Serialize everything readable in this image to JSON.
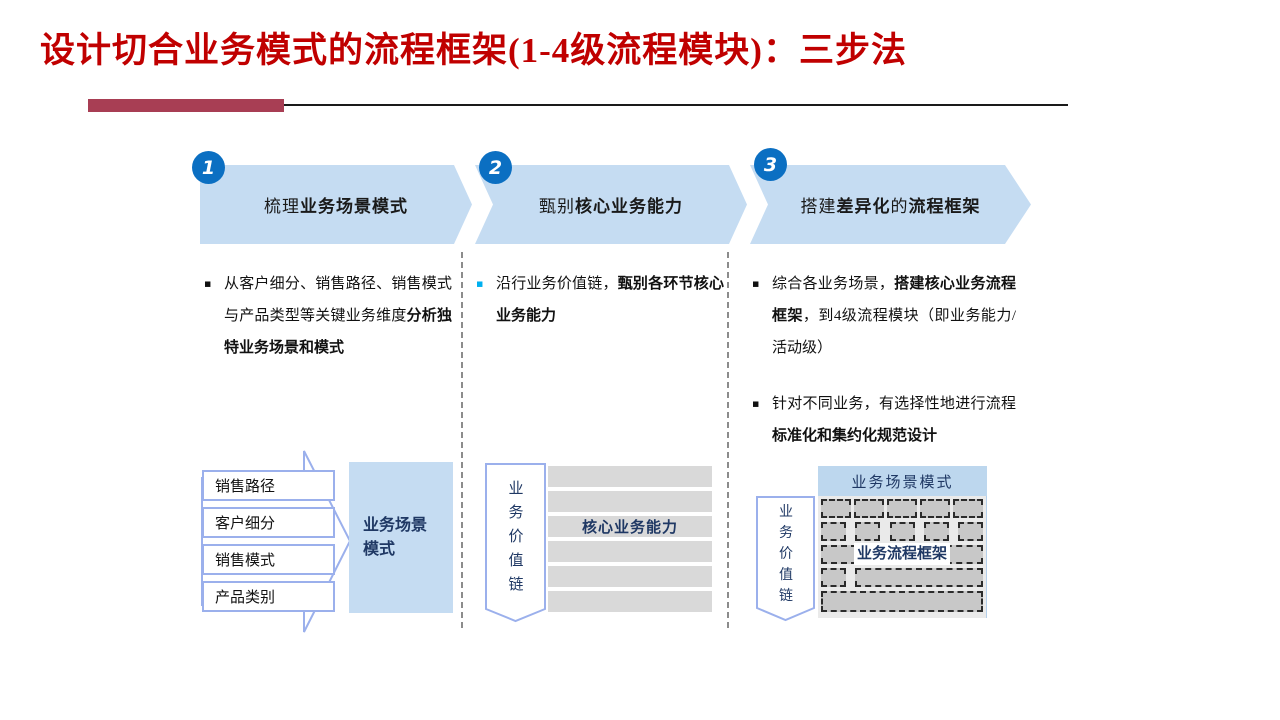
{
  "slide": {
    "title": "设计切合业务模式的流程框架(1-4级流程模块)：三步法"
  },
  "colors": {
    "title_red": "#C00000",
    "underline_bar_red": "#A83E54",
    "banner_blue": "#C5DCF2",
    "step_circle_blue": "#0B6FC2",
    "navy_text": "#1F3864",
    "bar_gray": "#D9D9D9",
    "bullet_blue": "#00B0F0",
    "dashed_box_gray": "#C8C8C8"
  },
  "steps": [
    {
      "number": "1",
      "banner": {
        "normal": "梳理",
        "bold": "业务场景模式"
      },
      "bullets": [
        {
          "pre": "从客户细分、销售路径、销售模式与产品类型等关键业务维度",
          "bold": "分析独特业务场景和模式",
          "post": ""
        }
      ]
    },
    {
      "number": "2",
      "banner": {
        "normal": "甄别",
        "bold": "核心业务能力"
      },
      "bullets": [
        {
          "pre": "沿行业务价值链，",
          "bold": "甄别各环节核心业务能力",
          "post": ""
        }
      ]
    },
    {
      "number": "3",
      "banner": {
        "normal": "搭建",
        "bold": "差异化",
        "normal2": "的",
        "bold2": "流程框架"
      },
      "bullets": [
        {
          "pre": "综合各业务场景，",
          "bold": "搭建核心业务流程框架",
          "post": "，到4级流程模块（即业务能力/活动级）"
        },
        {
          "pre": "针对不同业务，有选择性地进行流程",
          "bold": "标准化和集约化规范设计",
          "post": ""
        }
      ]
    }
  ],
  "diagram_scenario": {
    "inputs": [
      "销售路径",
      "客户细分",
      "销售模式",
      "产品类别"
    ],
    "result": "业务场景模式"
  },
  "diagram_capability": {
    "chain": "业务价值链",
    "bar_count": 6,
    "bar_label": "核心业务能力",
    "label_bar_index": 3
  },
  "diagram_framework": {
    "chain": "业务价值链",
    "header": "业务场景模式",
    "label": "业务流程框架"
  }
}
